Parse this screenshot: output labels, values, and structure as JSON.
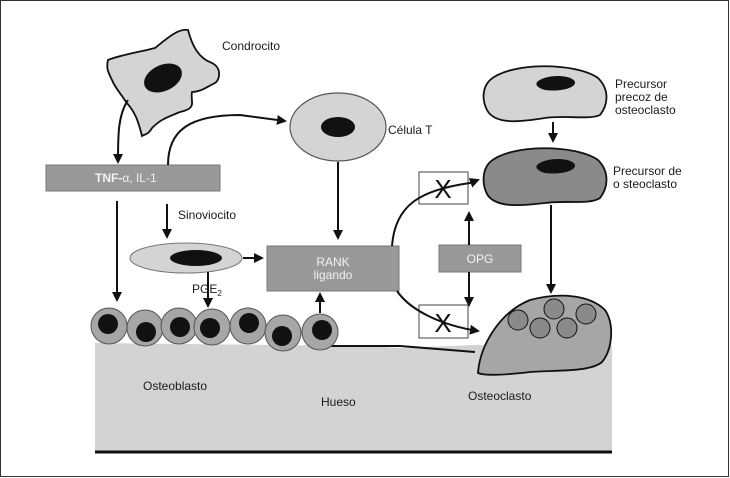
{
  "labels": {
    "condrocito": "Condrocito",
    "celula_t": "Célula T",
    "precursor_precoz_line1": "Precursor",
    "precursor_precoz_line2": "precoz de",
    "precursor_precoz_line3": "osteoclasto",
    "precursor_line1": "Precursor de",
    "precursor_line2": "o steoclasto",
    "tnf_bold": "TNF-",
    "tnf_rest": "α, IL-1",
    "sinoviocito": "Sinoviocito",
    "pge_main": "PGE",
    "pge_sub": "2",
    "rank_line1": "RANK",
    "rank_line2": "ligando",
    "opg": "OPG",
    "block_mark": "X",
    "osteoblasto": "Osteoblasto",
    "hueso": "Hueso",
    "osteoclasto": "Osteoclasto"
  },
  "colors": {
    "cell_light": "#d4d4d4",
    "cell_mid": "#a6a6a6",
    "cell_dark": "#8a8a8a",
    "box_gray": "#999999",
    "bone": "#d3d3d3",
    "nucleus": "#111111",
    "stroke": "#111111"
  }
}
